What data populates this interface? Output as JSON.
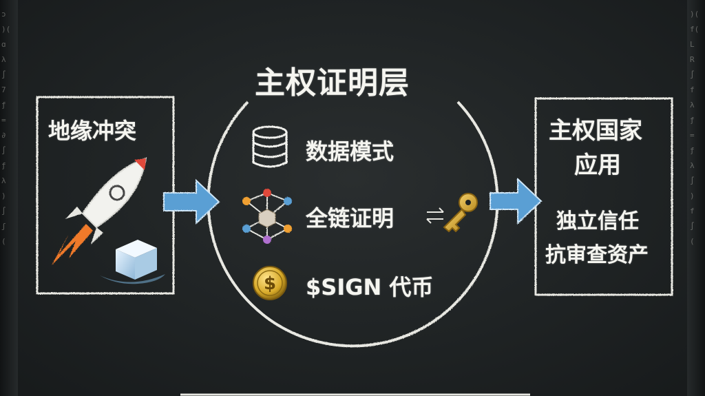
{
  "title": "主权证明层",
  "left_box": {
    "title": "地缘冲突"
  },
  "right_box": {
    "title_line1": "主权国家",
    "title_line2": "应用",
    "line1": "独立信任",
    "line2": "抗审查资产"
  },
  "items": [
    {
      "label": "数据模式",
      "icon": "database-icon"
    },
    {
      "label": "全链证明",
      "icon": "network-cube-icon"
    },
    {
      "label": "$SIGN 代币",
      "icon": "dollar-coin-icon"
    }
  ],
  "decor": {
    "exchange_symbol": "⇄",
    "key_icon": "key-icon"
  },
  "colors": {
    "board": "#1f2324",
    "chalk": "#f4f4f0",
    "arrow_blue": "#5a9fd4",
    "coin_gold": "#d7a928"
  }
}
